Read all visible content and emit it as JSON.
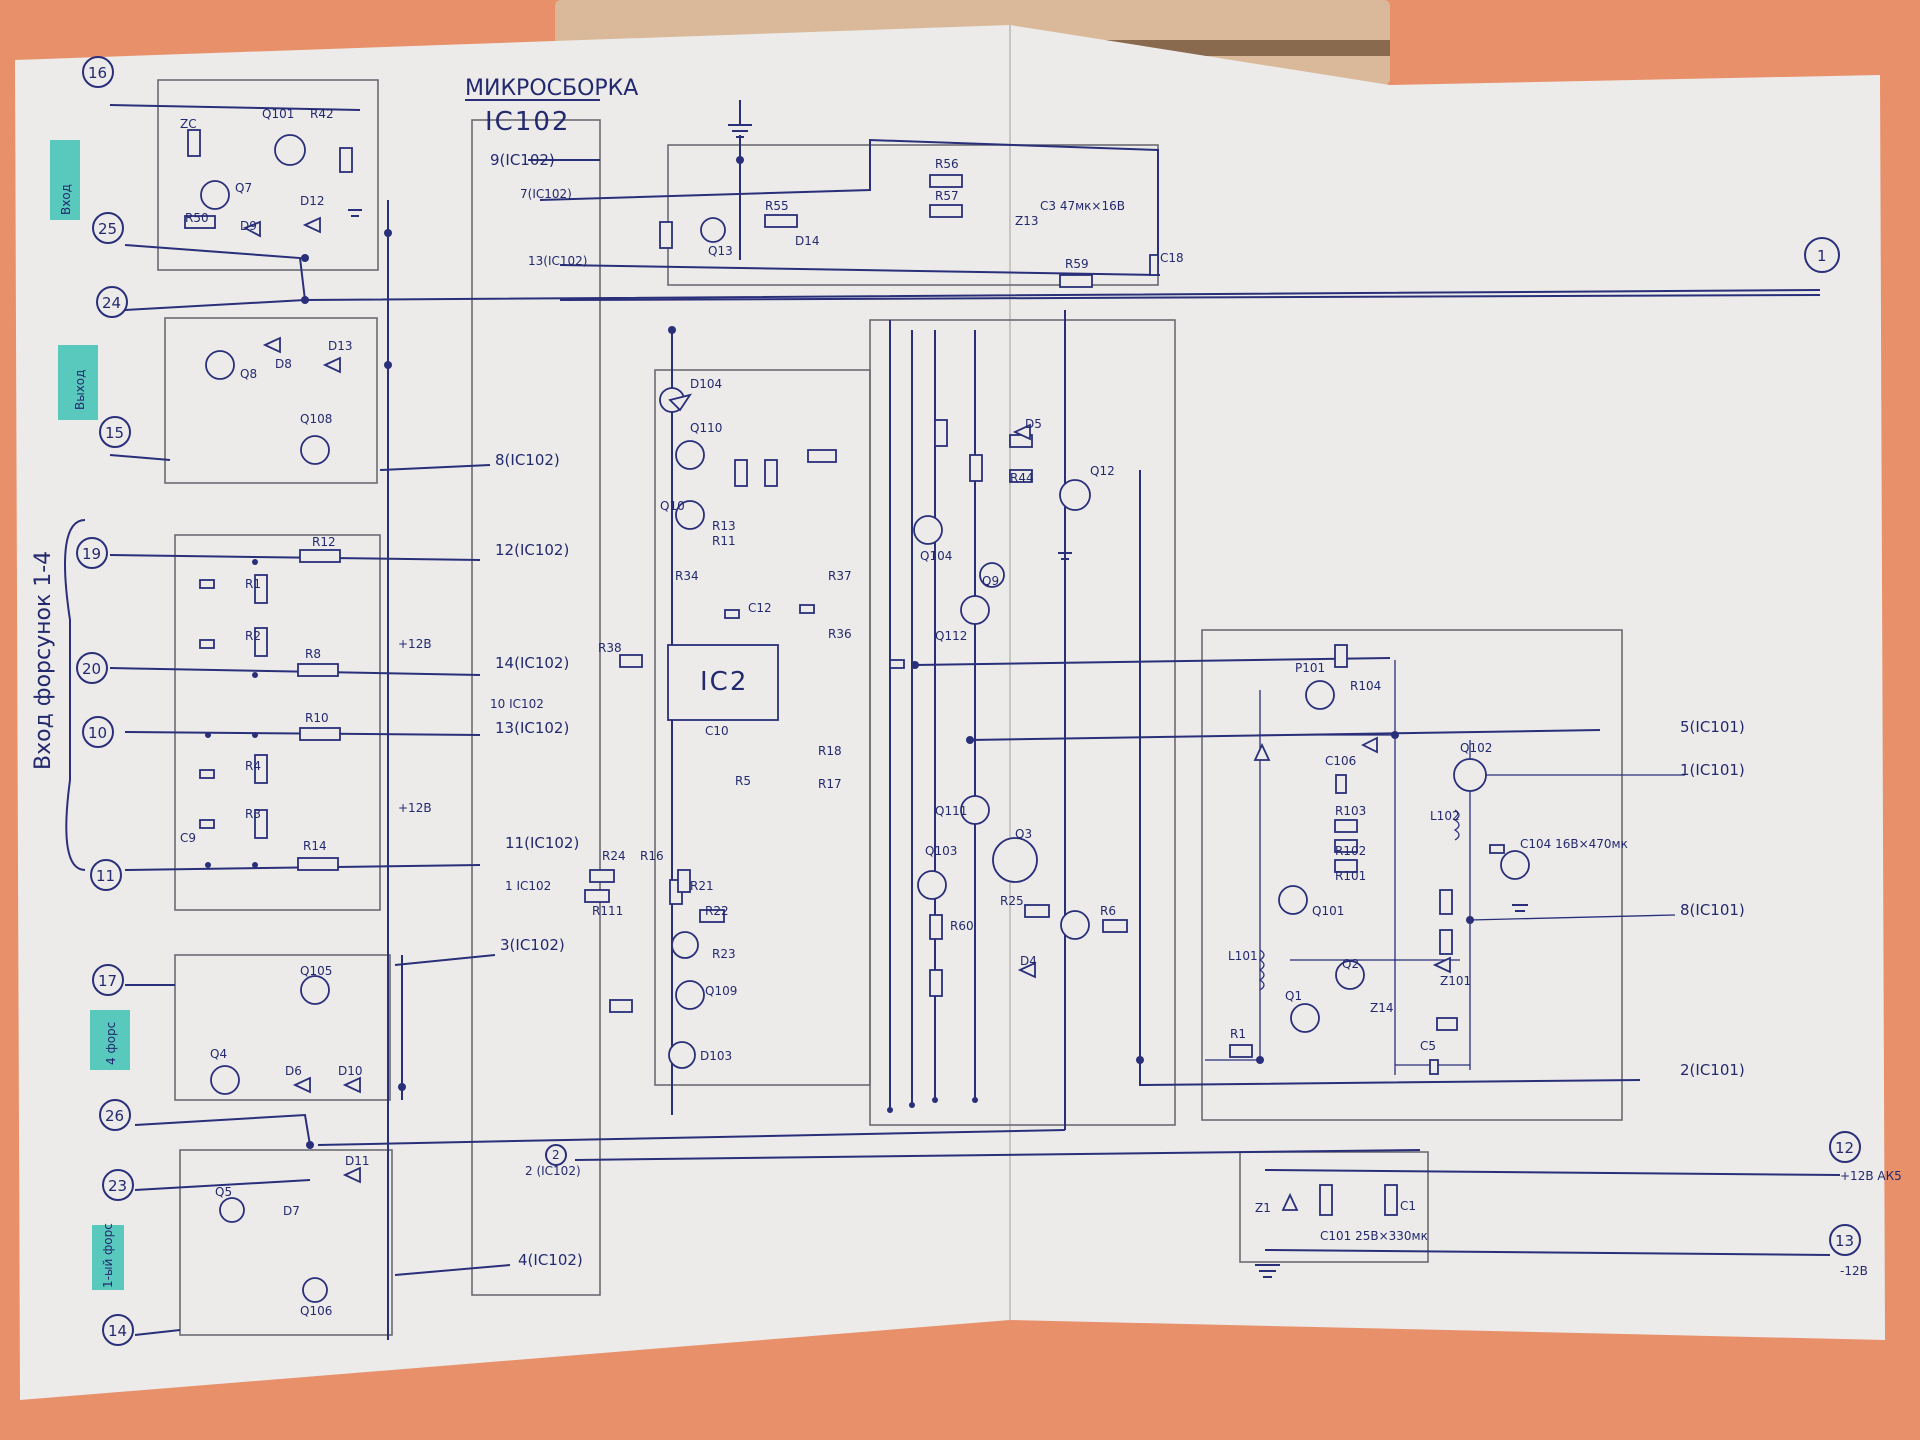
{
  "title": {
    "line1": "МИКРОСБОРКА",
    "line2": "IC102"
  },
  "side_label": "Вход форсунок 1-4",
  "side_tags": [
    "Вход",
    "Выход",
    "1-ый форс",
    "4 форс"
  ],
  "pin_labels": [
    {
      "id": "16",
      "num": "16",
      "label": "16"
    },
    {
      "id": "25",
      "num": "25",
      "label": "25"
    },
    {
      "id": "24",
      "num": "24",
      "label": "24"
    },
    {
      "id": "15",
      "num": "15",
      "label": "15"
    },
    {
      "id": "19",
      "num": "19",
      "label": "19"
    },
    {
      "id": "20",
      "num": "20",
      "label": "20"
    },
    {
      "id": "10",
      "num": "10",
      "label": "10"
    },
    {
      "id": "11",
      "num": "11",
      "label": "11"
    },
    {
      "id": "17",
      "num": "17",
      "label": "17"
    },
    {
      "id": "26",
      "num": "26",
      "label": "26"
    },
    {
      "id": "23",
      "num": "23",
      "label": "23"
    },
    {
      "id": "14",
      "num": "14",
      "label": "14"
    },
    {
      "id": "1",
      "num": "1",
      "label": "1"
    },
    {
      "id": "2",
      "num": "2",
      "label": "2"
    },
    {
      "id": "12",
      "num": "12",
      "label": "12"
    },
    {
      "id": "13",
      "num": "13",
      "label": "13"
    }
  ],
  "ic102_refs": [
    "9(IC102)",
    "7(IC102)",
    "13(IC102)",
    "8(IC102)",
    "12(IC102)",
    "14(IC102)",
    "13(IC102)",
    "11(IC102)",
    "1 IC102",
    "3(IC102)",
    "2 (IC102)",
    "4(IC102)",
    "10 IC102"
  ],
  "ic101_refs": [
    "5(IC101)",
    "1(IC101)",
    "8(IC101)",
    "2(IC101)"
  ],
  "components": [
    "ZC",
    "Q101",
    "R42",
    "Q7",
    "D12",
    "R50",
    "D9",
    "D8",
    "D13",
    "Q8",
    "Q108",
    "R12",
    "R1",
    "R2",
    "R8",
    "R10",
    "R3",
    "R4",
    "R14",
    "C9",
    "Q105",
    "Q4",
    "D6",
    "D10",
    "Q5",
    "D7",
    "D11",
    "Q106",
    "R55",
    "Q13",
    "R56",
    "R57",
    "D14",
    "C3 47мк×16В",
    "Z13",
    "R59",
    "C18",
    "D104",
    "Q110",
    "Q10",
    "R11",
    "R13",
    "R34",
    "R37",
    "R36",
    "C12",
    "IC2",
    "C10",
    "R5",
    "R18",
    "R17",
    "R38",
    "R21",
    "R22",
    "R23",
    "Q109",
    "D103",
    "R24",
    "R111",
    "R16",
    "D5",
    "R44",
    "Q12",
    "Q104",
    "Q9",
    "Q112",
    "Q111",
    "Q103",
    "Q3",
    "R25",
    "R6",
    "D4",
    "R60",
    "P101",
    "R104",
    "Q102",
    "C106",
    "R103",
    "R102",
    "R101",
    "L102",
    "C104 16В×470мк",
    "Q101",
    "L101",
    "Q1",
    "Q2",
    "Z14",
    "Z101",
    "C5",
    "R1",
    "Z1",
    "C101 25В×330мк",
    "C1"
  ],
  "notes": {
    "plus12": "+12В",
    "ak5": "+12В АК5",
    "minus12": "-12В",
    "plus12b": "+12В"
  }
}
